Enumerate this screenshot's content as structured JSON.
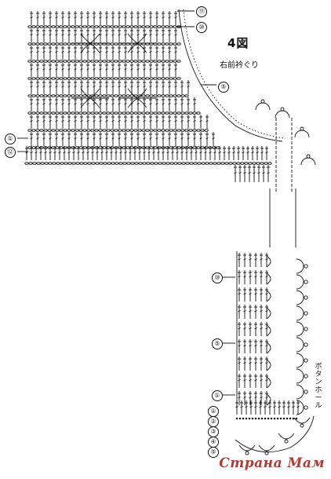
{
  "figure": {
    "number": "4図",
    "caption": "右前衿ぐり"
  },
  "row_markers": {
    "top_right_1": "⑪",
    "top_right_2": "⑩",
    "neck_curve": "⑤",
    "left_1": "①",
    "left_2": "⑫",
    "lower_1": "⑩",
    "lower_2": "⑤",
    "lower_3": "①",
    "bottom_1": "①",
    "bottom_2": "②",
    "bottom_3": "③",
    "bottom_4": "④",
    "bottom_5": "⑤"
  },
  "annotations": {
    "button_loop_note": "ボタン ホール"
  },
  "watermark": "Страна Мам"
}
